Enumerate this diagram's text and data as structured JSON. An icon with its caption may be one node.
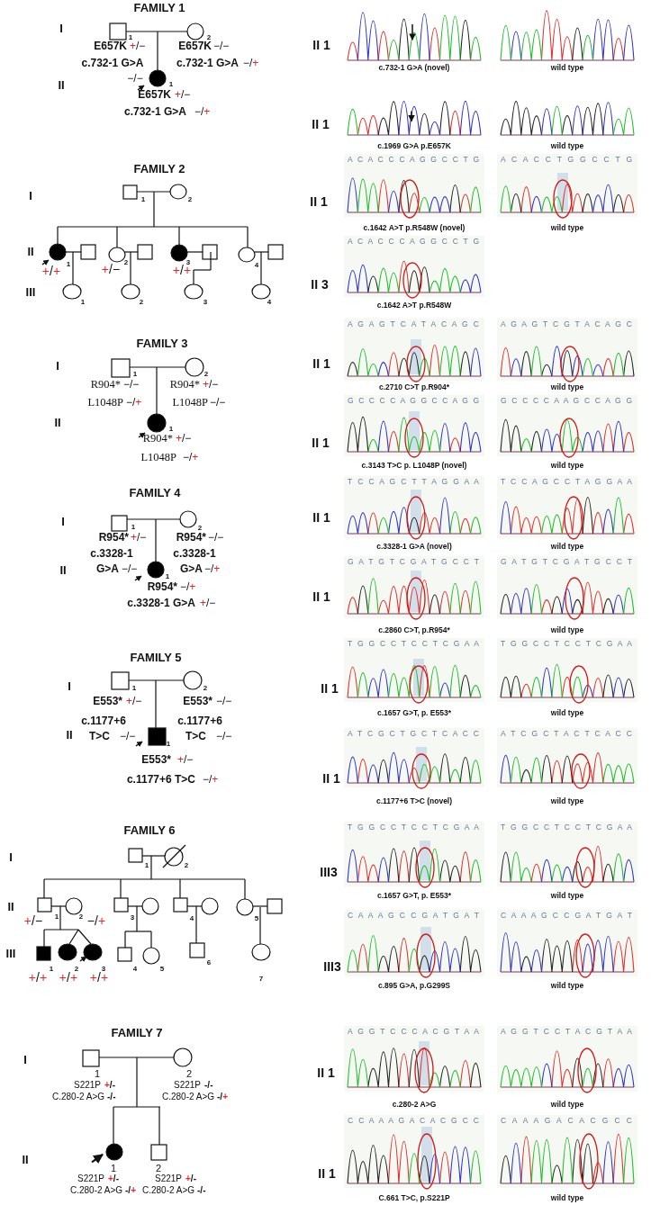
{
  "diagram": {
    "labels": [
      "FAMILY 1",
      "I",
      "II",
      "1",
      "E657K",
      "+/−",
      "2",
      "E657K",
      "−/−",
      "c.732-1 G>A",
      "c.732-1 G>A",
      "−/+",
      "−/−",
      "1",
      "E657K",
      "+/−",
      "c.732-1 G>A",
      "−/+",
      "FAMILY 2",
      "I",
      "II",
      "III",
      "1",
      "2",
      "1",
      "+/+",
      "2",
      "+/−",
      "3",
      "+/+",
      "4",
      "1",
      "2",
      "3",
      "4",
      "FAMILY 3",
      "I",
      "II",
      "1",
      "2",
      "R904*",
      "−/−",
      "R904*",
      "+/−",
      "L1048P",
      "−/+",
      "L1048P",
      "−/−",
      "1",
      "R904*",
      "+/−",
      "L1048P",
      "−/+",
      "FAMILY 4",
      "I",
      "II",
      "1",
      "2",
      "R954*",
      "+/−",
      "R954*",
      "−/−",
      "c.3328-1",
      "c.3328-1",
      "G>A",
      "−/−",
      "1",
      "G>A",
      "−/+",
      "R954*",
      "−/+",
      "c.3328-1 G>A",
      "+/−",
      "FAMILY 5",
      "I",
      "II",
      "1",
      "2",
      "E553*",
      "+/−",
      "E553*",
      "−/−",
      "c.1177+6",
      "c.1177+6",
      "T>C",
      "−/−",
      "1",
      "T>C",
      "−/−",
      "E553*",
      "+/−",
      "c.1177+6 T>C",
      "−/+",
      "FAMILY 6",
      "I",
      "II",
      "III",
      "1",
      "2",
      "1",
      "+/−",
      "2",
      "−/+",
      "3",
      "4",
      "5",
      "1",
      "+/+",
      "2",
      "+/+",
      "3",
      "+/+",
      "4",
      "5",
      "6",
      "7",
      "FAMILY 7",
      "I",
      "II",
      "1",
      "S221P",
      "+/-",
      "C.280-2 A>G",
      "-/-",
      "2",
      "S221P",
      "-/-",
      "C.280-2 A>G",
      "-/+",
      "1",
      "S221P",
      "+/-",
      "C.280-2 A>G",
      "-/+",
      "2",
      "S221P",
      "+/-",
      "C.280-2 A>G",
      "-/-",
      "II 1",
      "c.732-1 G>A (novel)",
      "wild type",
      "II 1",
      "c.1969 G>A p.E657K",
      "wild type",
      "II 1",
      "A C A C C C A G G C C T G",
      "A C A C C T G G C C T G",
      "c.1642 A>T p.R548W (novel)",
      "wild type",
      "II 3",
      "A C A C C C A G G C C T G",
      "c.1642 A>T p.R548W",
      "II 1",
      "A G A G T C A T A C A G C",
      "A G A G T C G T A C A G C",
      "c.2710 C>T p.R904*",
      "wild type",
      "II 1",
      "G C C C C A G G C C A G G",
      "G C C C C A A G C C A G G",
      "c.3143 T>C p. L1048P (novel)",
      "wild type",
      "II 1",
      "T C C A G C T T A G G A A",
      "T C C A G C C T A G G A A",
      "c.3328-1 G>A (novel)",
      "wild type",
      "II 1",
      "G A T G T C G A T G C C T",
      "G A T G T C G A T G C C T",
      "c.2860 C>T, p.R954*",
      "wild type",
      "II 1",
      "T G G C C T C C T C G A A",
      "T G G C C T C C T C G A A",
      "c.1657 G>T, p. E553*",
      "wild type",
      "II 1",
      "A T C G C T G C T C A C C",
      "A T C G C T A C T C A C C",
      "c.1177+6 T>C (novel)",
      "wild type",
      "III3",
      "T G G C C T C C T C G A A",
      "T G G C C T C C T C G A A",
      "c.1657 G>T, p. E553*",
      "wild type",
      "III3",
      "C A A A G C C G A T G A T",
      "C A A A G C C G A T G A T",
      "c.895 G>A, p.G299S",
      "wild type",
      "II 1",
      "A G G T C C C A C G T A A",
      "A G G T C C T A C G T A A",
      "c.280-2 A>G",
      "wild type",
      "II 1",
      "C C A A A G A C A C G C C",
      "C A A A G A C A C G C C",
      "C.661 T>C, p.S221P",
      "wild type"
    ]
  }
}
